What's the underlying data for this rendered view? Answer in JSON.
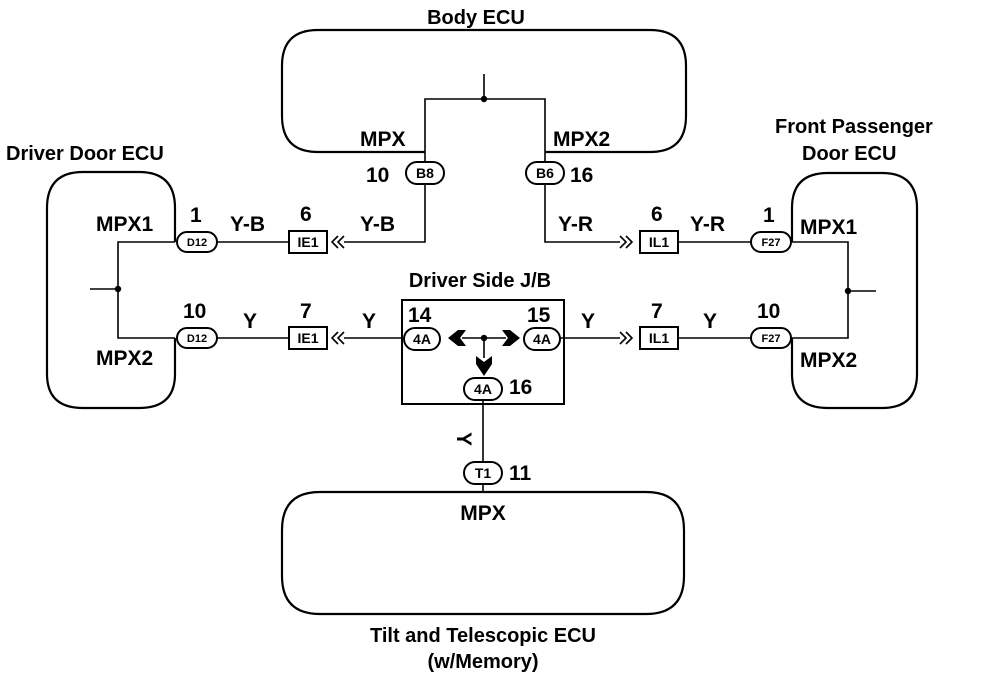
{
  "ecus": {
    "body": {
      "title": "Body ECU",
      "pin_left": "MPX",
      "pin_right": "MPX2"
    },
    "driver_door": {
      "title": "Driver Door ECU",
      "pin_top": "MPX1",
      "pin_bottom": "MPX2"
    },
    "front_passenger": {
      "title_line1": "Front Passenger",
      "title_line2": "Door ECU",
      "pin_top": "MPX1",
      "pin_bottom": "MPX2"
    },
    "tilt": {
      "pin": "MPX",
      "title_line1": "Tilt and Telescopic ECU",
      "title_line2": "(w/Memory)"
    }
  },
  "junction_box": {
    "title": "Driver Side J/B"
  },
  "connectors": {
    "b8": {
      "code": "B8",
      "pin": "10"
    },
    "b6": {
      "code": "B6",
      "pin": "16"
    },
    "d12_top": {
      "code": "D12",
      "pin": "1"
    },
    "d12_bottom": {
      "code": "D12",
      "pin": "10"
    },
    "ie1_top": {
      "code": "IE1",
      "pin": "6"
    },
    "ie1_bottom": {
      "code": "IE1",
      "pin": "7"
    },
    "il1_top": {
      "code": "IL1",
      "pin": "6"
    },
    "il1_bottom": {
      "code": "IL1",
      "pin": "7"
    },
    "f27_top": {
      "code": "F27",
      "pin": "1"
    },
    "f27_bottom": {
      "code": "F27",
      "pin": "10"
    },
    "jb_left": {
      "code": "4A",
      "pin": "14"
    },
    "jb_right": {
      "code": "4A",
      "pin": "15"
    },
    "jb_bottom": {
      "code": "4A",
      "pin": "16"
    },
    "t1": {
      "code": "T1",
      "pin": "11"
    }
  },
  "wire_colors": {
    "ie1_to_b8": "Y-B",
    "d12_to_ie1": "Y-B",
    "b6_to_il1": "Y-R",
    "il1_to_f27": "Y-R",
    "d12_to_ie1_lower": "Y",
    "ie1_to_jb": "Y",
    "jb_to_il1": "Y",
    "il1_to_f27_lower": "Y",
    "jb_to_t1": "Y"
  }
}
